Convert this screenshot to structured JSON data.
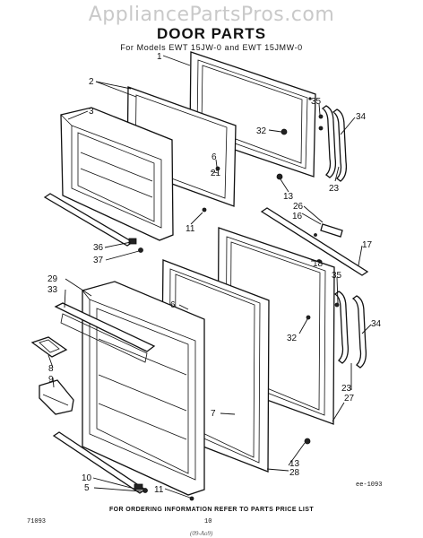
{
  "watermark": "AppliancePartsPros.com",
  "title": "DOOR PARTS",
  "subtitle": "For Models EWT 15JW-0 and EWT 15JMW-0",
  "footer": "FOR ORDERING INFORMATION REFER TO PARTS PRICE LIST",
  "code_left": "71093",
  "code_right": "ee-1093",
  "page_number": "10",
  "scrawl": "(09-Ao9)",
  "callouts": [
    "1",
    "2",
    "3",
    "35",
    "32",
    "34",
    "6",
    "21",
    "23",
    "13",
    "11",
    "26",
    "16",
    "17",
    "36",
    "37",
    "18",
    "29",
    "33",
    "35",
    "6",
    "34",
    "32",
    "8",
    "9",
    "23",
    "27",
    "7",
    "13",
    "28",
    "10",
    "5",
    "11"
  ]
}
